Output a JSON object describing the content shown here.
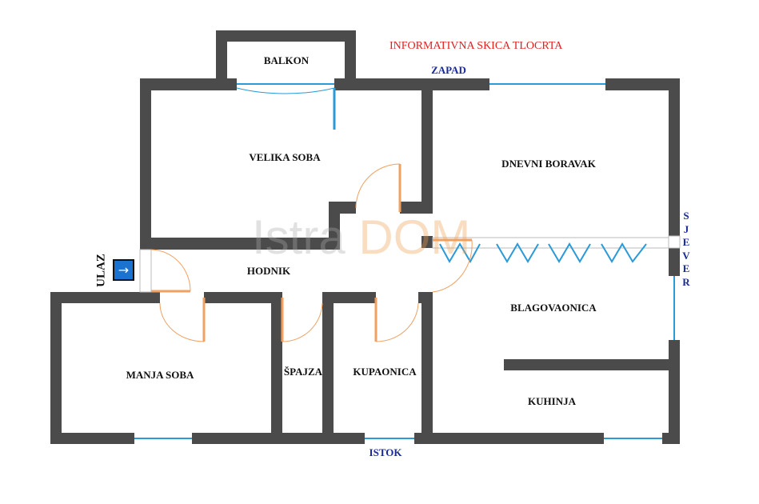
{
  "title": "INFORMATIVNA SKICA TLOCRTA",
  "directions": {
    "west": "ZAPAD",
    "east": "ISTOK",
    "north": "SJEVER"
  },
  "entrance": {
    "label": "ULAZ",
    "icon": "arrow-right-icon",
    "glyph": "→"
  },
  "rooms": {
    "balkon": "BALKON",
    "velika_soba": "VELIKA SOBA",
    "dnevni_boravak": "DNEVNI BORAVAK",
    "hodnik": "HODNIK",
    "blagovaonica": "BLAGOVAONICA",
    "manja_soba": "MANJA SOBA",
    "spajza": "ŠPAJZA",
    "kupaonica": "KUPAONICA",
    "kuhinja": "KUHINJA"
  },
  "watermark": {
    "part1": "Istra",
    "part2": "DOM"
  },
  "colors": {
    "wall": "#4b4b4b",
    "window": "#2a9ad8",
    "door": "#f0a060",
    "title": "#e02020",
    "direction": "#1a2a9a"
  }
}
